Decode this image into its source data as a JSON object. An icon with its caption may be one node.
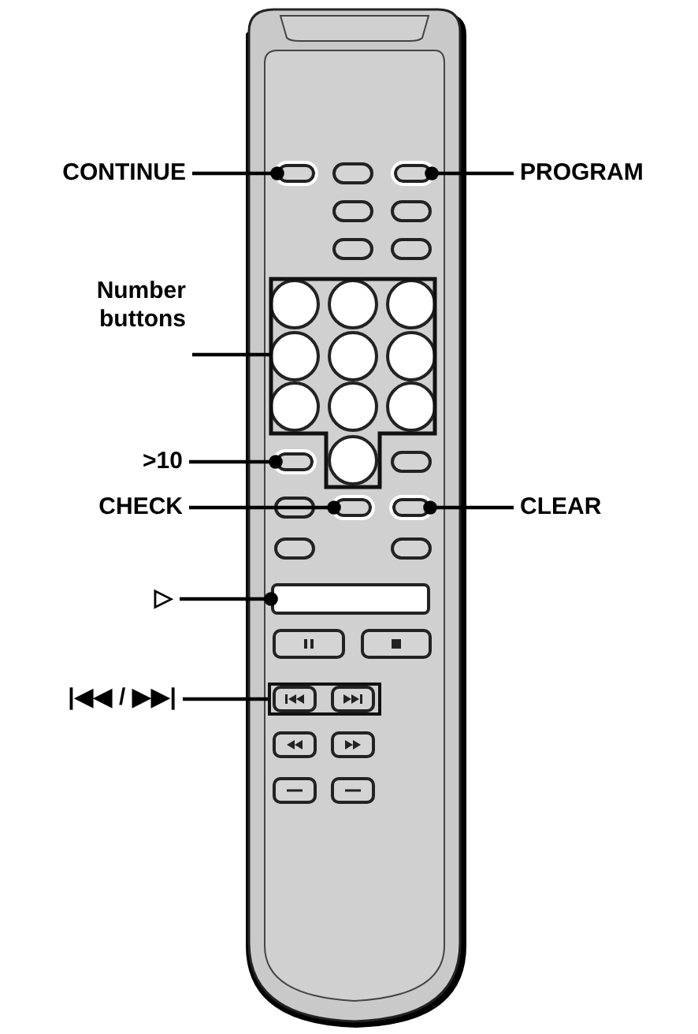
{
  "diagram": {
    "nodes": [
      {
        "text": [
          "CONTINUE"
        ]
      },
      {
        "text": [],
        "shape": "oval"
      },
      {
        "text": [
          "PROGRAM"
        ]
      },
      {
        "text": [],
        "shape": "oval"
      },
      {
        "text": [
          "Number buttons"
        ]
      },
      {
        "text": [],
        "shape": "box"
      },
      {
        "text": [
          ">10"
        ]
      },
      {
        "text": [],
        "shape": "oval"
      },
      {
        "text": [
          "CHECK"
        ]
      },
      {
        "text": [],
        "shape": "oval"
      },
      {
        "text": [
          "CLEAR"
        ]
      },
      {
        "text": [],
        "shape": "oval"
      },
      {
        "text": [
          "▷"
        ]
      },
      {
        "text": [],
        "shape": "box"
      },
      {
        "text": [
          "|◀◀ / ▶▶|"
        ]
      },
      {
        "text": [],
        "shape": "box"
      }
    ],
    "edges": [
      {
        "from": 0,
        "to": 1,
        "arrow": "other"
      },
      {
        "from": 2,
        "to": 3,
        "arrow": "other"
      },
      {
        "from": 4,
        "to": 5,
        "arrow": "none"
      },
      {
        "from": 6,
        "to": 7,
        "arrow": "other"
      },
      {
        "from": 8,
        "to": 9,
        "arrow": "other"
      },
      {
        "from": 10,
        "to": 11,
        "arrow": "other"
      },
      {
        "from": 12,
        "to": 13,
        "arrow": "other"
      },
      {
        "from": 14,
        "to": 15,
        "arrow": "none"
      }
    ]
  }
}
